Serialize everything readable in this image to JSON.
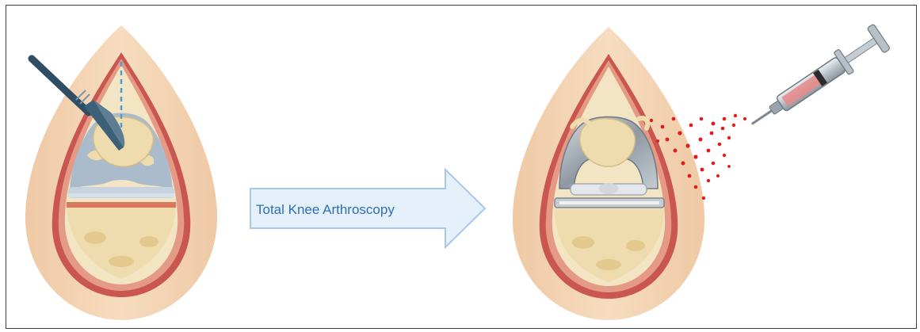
{
  "arrow": {
    "label": "Total Knee Arthroscopy"
  },
  "colors": {
    "skin": "#f3d2b0",
    "tissue_red": "#c9574f",
    "bone": "#efdcae",
    "cartilage_blue": "#aabccb",
    "implant_grey": "#9aa3ac",
    "arrow_fill": "#e6f0fa",
    "arrow_stroke": "#a9c7e6",
    "label_blue": "#2c6fb5",
    "droplet_red": "#d9201f"
  },
  "icons": {
    "left_panel": "knee-incision-with-scalpel",
    "right_panel": "knee-with-implant-and-injection",
    "tool": "scalpel-icon",
    "syringe": "syringe-icon"
  }
}
